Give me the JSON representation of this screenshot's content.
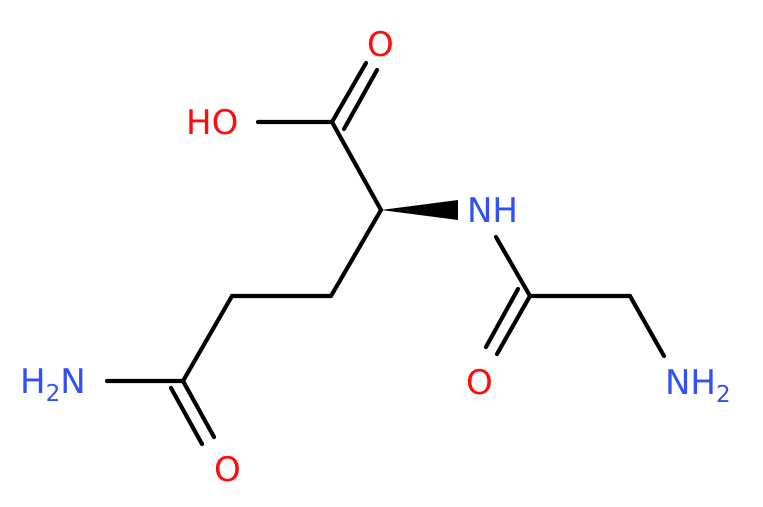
{
  "colors": {
    "bond": "#000000",
    "oxygen": "#ff0d0d",
    "nitrogen": "#3050f8",
    "background": "#ffffff"
  },
  "atoms": {
    "oh": "HO",
    "o_acid": "O",
    "nh": "NH",
    "h2n_left": {
      "h": "H",
      "sub": "2",
      "n": "N"
    },
    "o_amide_left": "O",
    "o_amide_right": "O",
    "nh2_right": {
      "n": "NH",
      "sub": "2"
    }
  }
}
